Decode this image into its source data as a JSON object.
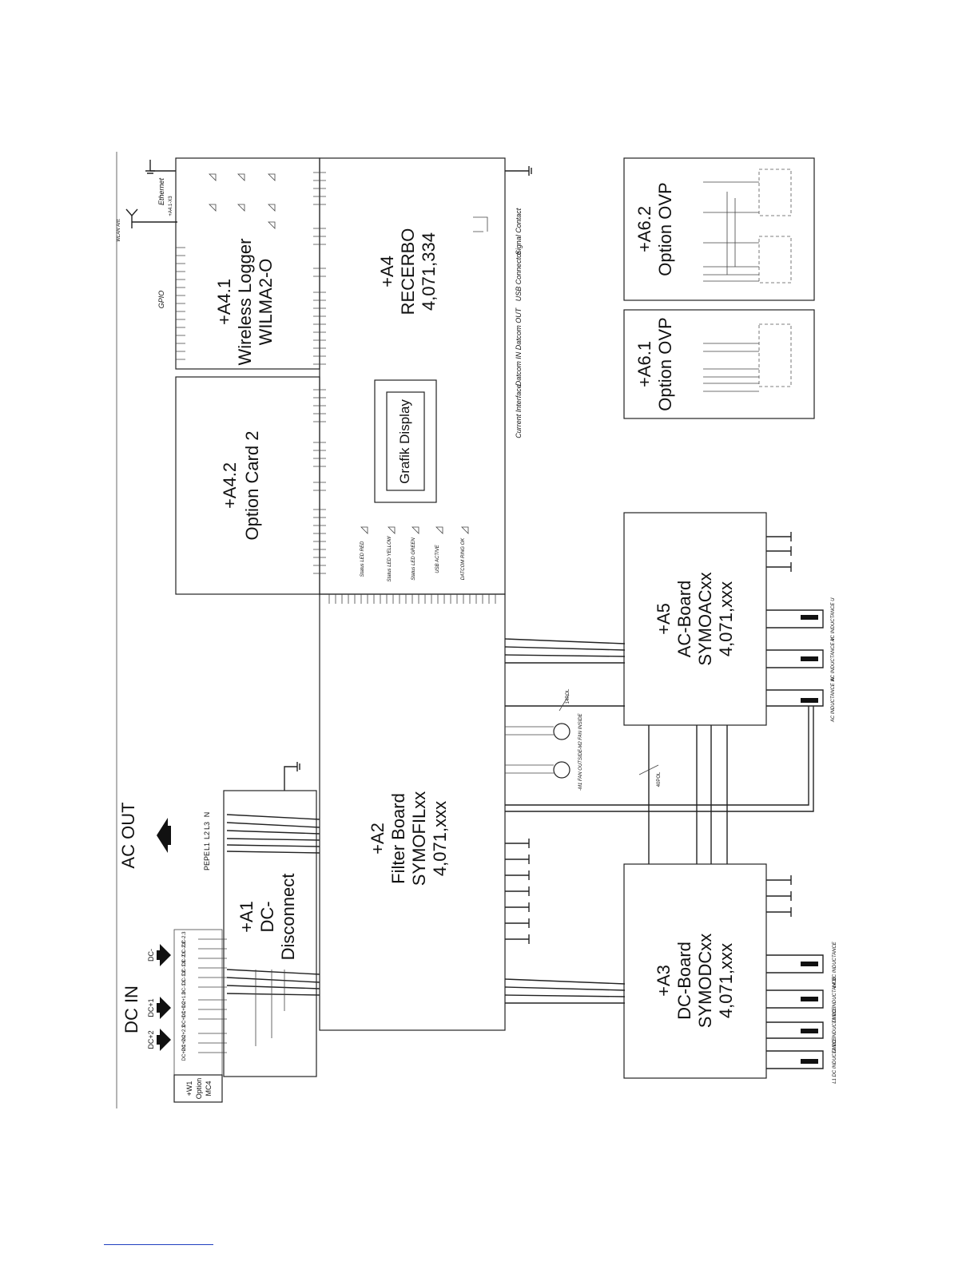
{
  "blocks": {
    "a4_1": {
      "id": "+A4.1",
      "line1": "Wireless Logger",
      "line2": "WILMA2-O",
      "side_labels": [
        "Ethernet",
        "WLAN Ant.",
        "GPIO"
      ],
      "connector": "+A4.1-X3"
    },
    "a4_2": {
      "id": "+A4.2",
      "line1": "Option Card 2"
    },
    "a4": {
      "id": "+A4",
      "line1": "RECERBO",
      "line2": "4,071,334",
      "display": "Grafik Display",
      "ports": [
        "Signal Contact",
        "USB Connector",
        "Datcom OUT",
        "Datcom IN",
        "Current Interface"
      ],
      "leds": [
        "Status LED RED",
        "Status LED YELLOW",
        "Status LED GREEN",
        "USB ACTIVE",
        "DATCOM RING OK"
      ]
    },
    "a6_2": {
      "id": "+A6.2",
      "line1": "Option OVP"
    },
    "a6_1": {
      "id": "+A6.1",
      "line1": "Option OVP"
    },
    "a5": {
      "id": "+A5",
      "line1": "AC-Board",
      "line2": "SYMOACxx",
      "line3": "4,071,xxx",
      "inductance": [
        "AC INDUCTANCE U",
        "AC INDUCTANCE V",
        "AC INDUCTANCE W"
      ]
    },
    "a2": {
      "id": "+A2",
      "line1": "Filter Board",
      "line2": "SYMOFILxx",
      "line3": "4,071,xxx",
      "fans": [
        "-M2 FAN INSIDE",
        "-M1 FAN OUTSIDE"
      ],
      "bus": "14POL",
      "bus2": "40POL"
    },
    "a1": {
      "id": "+A1",
      "line1": "DC-",
      "line2": "Disconnect"
    },
    "a3": {
      "id": "+A3",
      "line1": "DC-Board",
      "line2": "SYMODCxx",
      "line3": "4,071,xxx",
      "inductance": [
        "L4 DC INDUCTANCE",
        "L3 DC INDUCTANCE",
        "L2 DC INDUCTANCE",
        "L1 DC INDUCTANCE"
      ]
    },
    "w1": {
      "id": "+W1",
      "line1": "Option",
      "line2": "MC4"
    }
  },
  "terminals": {
    "ac_out": [
      "N",
      "L3",
      "L2",
      "L1",
      "PE",
      "PE"
    ],
    "dc_in": [
      "DC-2.3",
      "DC-2.2",
      "DC-2.1",
      "DC-1.3",
      "DC-1.2",
      "DC-1.1",
      "DC+1.3",
      "DC+1.2",
      "DC+1.1",
      "DC+2.3",
      "DC+2.2",
      "DC+2.1"
    ]
  },
  "labels": {
    "ac_out": "AC OUT",
    "dc_in": "DC IN",
    "dc_minus": "DC-",
    "dc_plus1": "DC+1",
    "dc_plus2": "DC+2"
  },
  "colors": {
    "line": "#222222",
    "link": "#1f3fbf"
  }
}
